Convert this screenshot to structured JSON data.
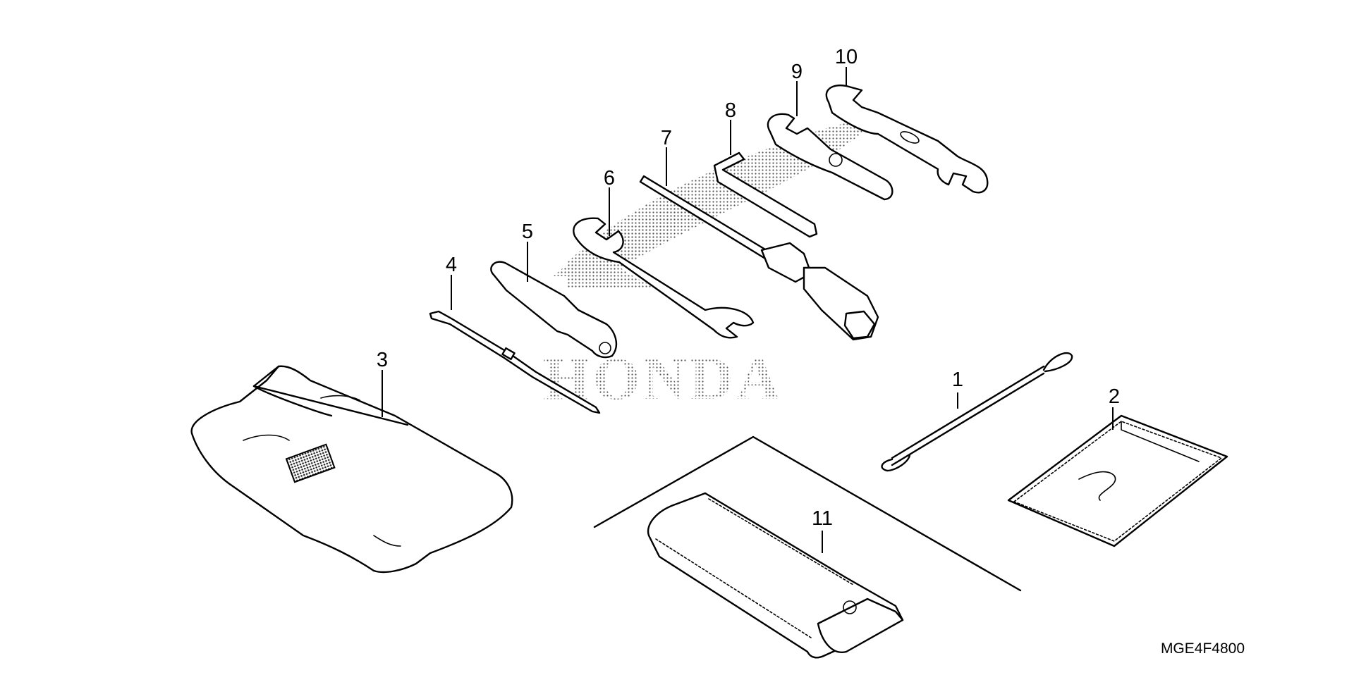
{
  "diagram": {
    "watermark": "HONDA",
    "drawing_code": "MGE4F4800",
    "callouts": [
      "1",
      "2",
      "3",
      "4",
      "5",
      "6",
      "7",
      "8",
      "9",
      "10",
      "11"
    ]
  }
}
